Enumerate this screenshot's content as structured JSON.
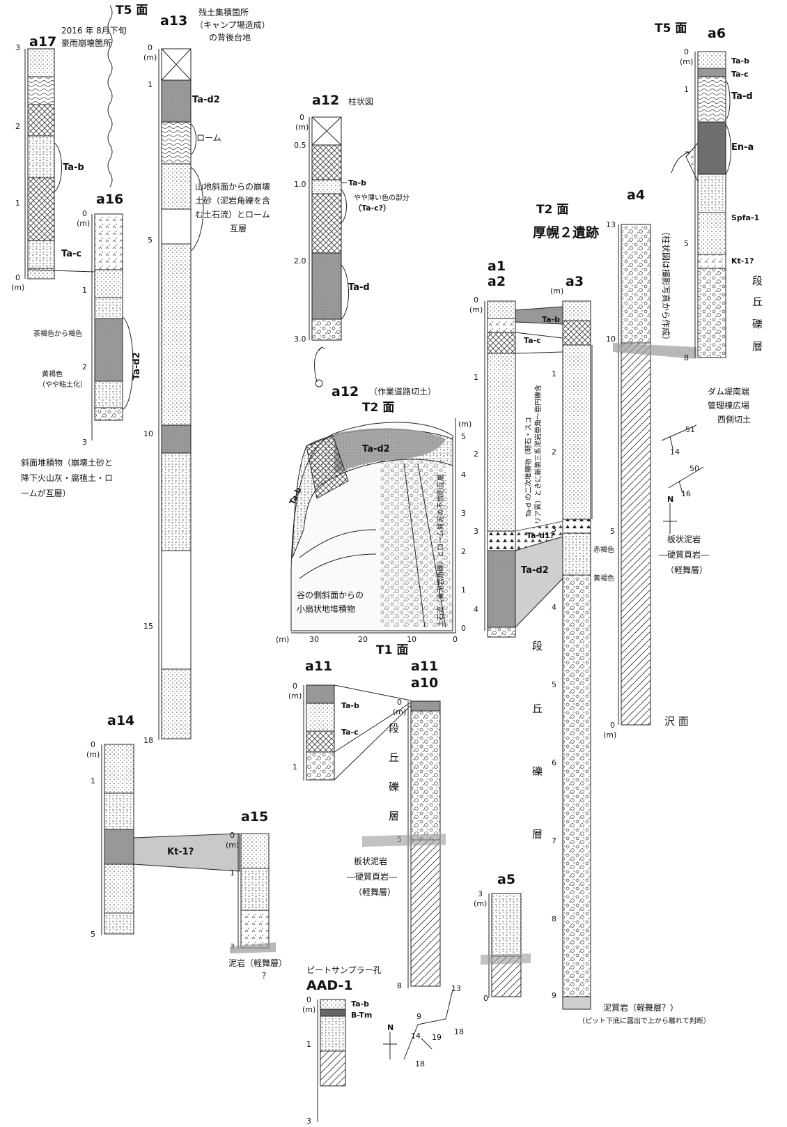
{
  "t5_left": "T5 面",
  "t5_right": "T5 面",
  "t2_header": "T2 面",
  "site_name": "厚幌２遺跡",
  "a17": {
    "id": "a17",
    "caption1": "2016 年 8月下旬",
    "caption2": "豪雨崩壊箇所",
    "label_tab": "Ta-b"
  },
  "a16": {
    "id": "a16",
    "label_tac": "Ta-c",
    "label_tad2": "Ta-d2",
    "note1": "茶褐色から褐色",
    "note2": "黄褐色",
    "note3": "（やや粘土化）"
  },
  "slope_note": {
    "l1": "斜面堆積物（崩壊土砂と",
    "l2": "降下火山灰・腐植土・ロ",
    "l3": "ームが互層）"
  },
  "a13": {
    "id": "a13",
    "caption1": "残土集積箇所",
    "caption2": "（キャンプ場造成）",
    "caption3": "の背後台地",
    "label_tad2": "Ta-d2",
    "label_loam": "ローム",
    "note1": "山地斜面からの崩壊",
    "note2": "土砂（泥岩角礫を含",
    "note3": "む土石流）とローム",
    "note4": "互層"
  },
  "a12": {
    "id": "a12",
    "caption": "柱状図",
    "label_tab": "Ta-b",
    "label_tad": "Ta-d",
    "note1": "やや薄い色の部分",
    "note2": "（Ta-c?）"
  },
  "a12x": {
    "id": "a12",
    "caption": "（作業道路切土）",
    "surface": "T2 面",
    "label_tad2": "Ta-d2",
    "label_tab": "Ta-b",
    "note1": "谷の側斜面からの",
    "note2": "小扇状地堆積物",
    "vnote": "土石流（含泥岩角礫）とローム質泥の不規則互層",
    "axis": "(m)",
    "x30": "30",
    "x20": "20",
    "x10": "10",
    "x0": "0",
    "t1": "T1 面"
  },
  "a1": {
    "id": "a1"
  },
  "a2": {
    "id": "a2",
    "label_tab": "Ta-b",
    "label_tac": "Ta-c",
    "label_tad1": "Ta-d1?",
    "label_tad2": "Ta-d2",
    "vnote1": "Ta-d の二次堆積物（軽石・スコ",
    "vnote2": "リア質）ときに新第三系泥岩亜角〜亜円礫含"
  },
  "a3": {
    "id": "a3",
    "note_red": "赤褐色",
    "note_yel": "黄褐色",
    "bottom": "泥質岩（軽舞層？）",
    "bottom_note": "（ピット下底に露出で上から離れて判断）",
    "gravel1": "段",
    "gravel2": "丘",
    "gravel3": "礫",
    "gravel4": "層"
  },
  "a4": {
    "id": "a4",
    "note_v": "（柱状図は撮影写真から作成）",
    "rock1": "板状泥岩",
    "rock2": "―硬質頁岩―",
    "rock3": "（軽舞層）",
    "stream": "沢 面",
    "dip1": "51",
    "dip2": "14",
    "dip3": "50",
    "dip4": "16",
    "north": "N"
  },
  "a6": {
    "id": "a6",
    "label_tab": "Ta-b",
    "label_tac": "Ta-c",
    "label_tad": "Ta-d",
    "label_ena": "En-a",
    "label_spfa": "Spfa-1",
    "label_kt": "Kt-1?",
    "gravel1": "段",
    "gravel2": "丘",
    "gravel3": "礫",
    "gravel4": "層",
    "note1": "ダム堤南端",
    "note2": "管理棟広場",
    "note3": "西側切土"
  },
  "a11": {
    "id": "a11",
    "label_tab": "Ta-b",
    "label_tac": "Ta-c"
  },
  "a10": {
    "id": "a10",
    "top_label": "a11",
    "gravel1": "段",
    "gravel2": "丘",
    "gravel3": "礫",
    "gravel4": "層",
    "rock1": "板状泥岩",
    "rock2": "―硬質頁岩―",
    "rock3": "（軽舞層）"
  },
  "a14": {
    "id": "a14"
  },
  "a15": {
    "id": "a15",
    "label_kt": "Kt-1?",
    "bottom": "泥岩（軽舞層）",
    "q": "？"
  },
  "a5": {
    "id": "a5"
  },
  "aad": {
    "id": "AAD-1",
    "caption": "ピートサンプラー孔",
    "label_tab": "Ta-b",
    "label_btm": "B-Tm",
    "dips": [
      "9",
      "14",
      "19",
      "18",
      "13",
      "18"
    ],
    "north": "N"
  },
  "ticks": {
    "a17": [
      "3",
      "2",
      "1",
      "0",
      "(m)"
    ],
    "a16": [
      "0",
      "(m)",
      "1",
      "2",
      "3"
    ],
    "a13": [
      "0",
      "(m)",
      "1",
      "5",
      "10",
      "15",
      "18"
    ],
    "a12": [
      "0",
      "(m)",
      "0.5",
      "1.0",
      "2.0",
      "3.0"
    ],
    "a2": [
      "0",
      "(m)",
      "1",
      "2",
      "3",
      "4"
    ],
    "a3": [
      "(m)",
      "1",
      "2",
      "3",
      "4",
      "5",
      "6",
      "7",
      "8",
      "9"
    ],
    "a4": [
      "13",
      "10",
      "5",
      "0",
      "(m)"
    ],
    "a6": [
      "0",
      "(m)",
      "1",
      "5",
      "8"
    ],
    "a11": [
      "0",
      "(m)",
      "1"
    ],
    "a10": [
      "0",
      "(m)",
      "5",
      "8"
    ],
    "a14": [
      "0",
      "(m)",
      "1",
      "5"
    ],
    "a15": [
      "0",
      "(m)",
      "1",
      "3"
    ],
    "a5": [
      "3",
      "(m)",
      "0"
    ],
    "aad": [
      "0",
      "(m)",
      "1",
      "3"
    ],
    "a12x_right": [
      "(m)",
      "5",
      "4",
      "3",
      "2",
      "1",
      "0"
    ]
  }
}
